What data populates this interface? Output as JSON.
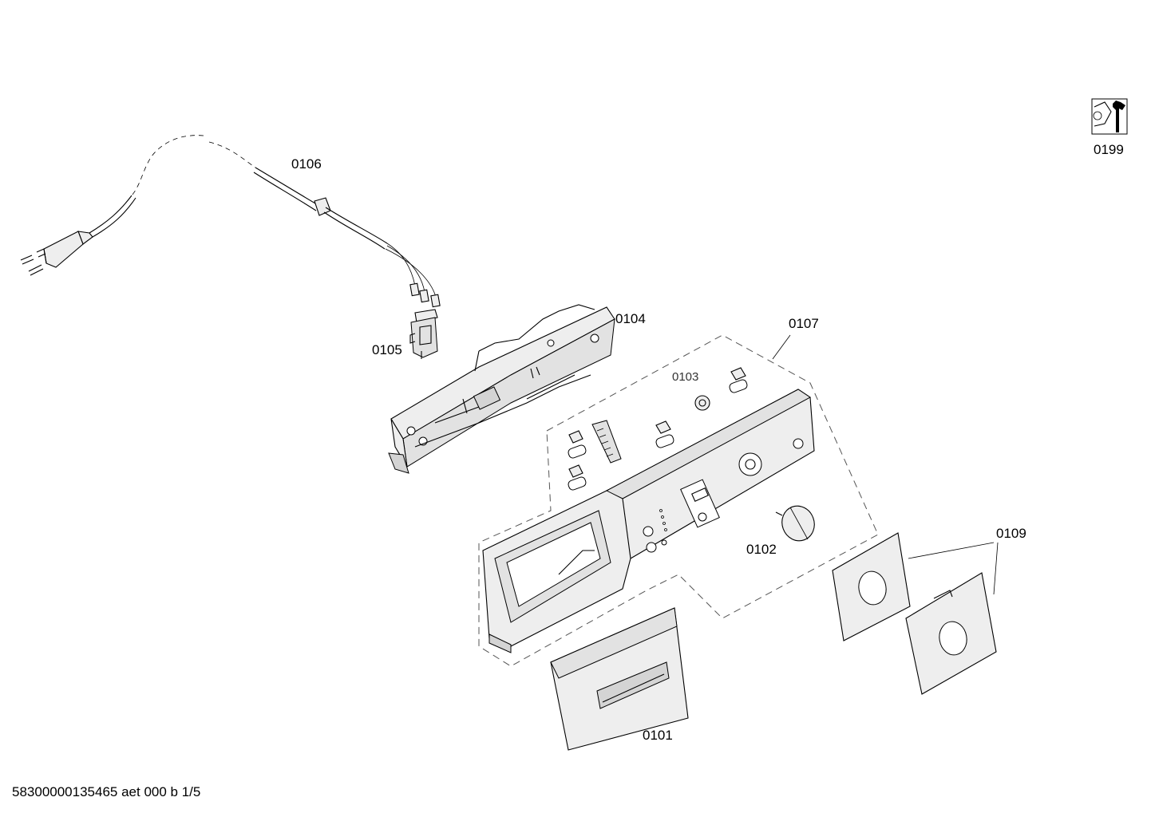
{
  "parts": [
    {
      "id": "0101",
      "name": "Drawer handle cover"
    },
    {
      "id": "0102",
      "name": "Knob"
    },
    {
      "id": "0103",
      "name": "Button"
    },
    {
      "id": "0104",
      "name": "Control module"
    },
    {
      "id": "0105",
      "name": "Connector"
    },
    {
      "id": "0106",
      "name": "Mains cable"
    },
    {
      "id": "0107",
      "name": "Control panel"
    },
    {
      "id": "0109",
      "name": "Decor panel"
    },
    {
      "id": "0199",
      "name": "Tool set"
    }
  ],
  "footer": "58300000135465 aet 000 b 1/5",
  "icons": {
    "tool": "nut-and-wrench-icon"
  }
}
